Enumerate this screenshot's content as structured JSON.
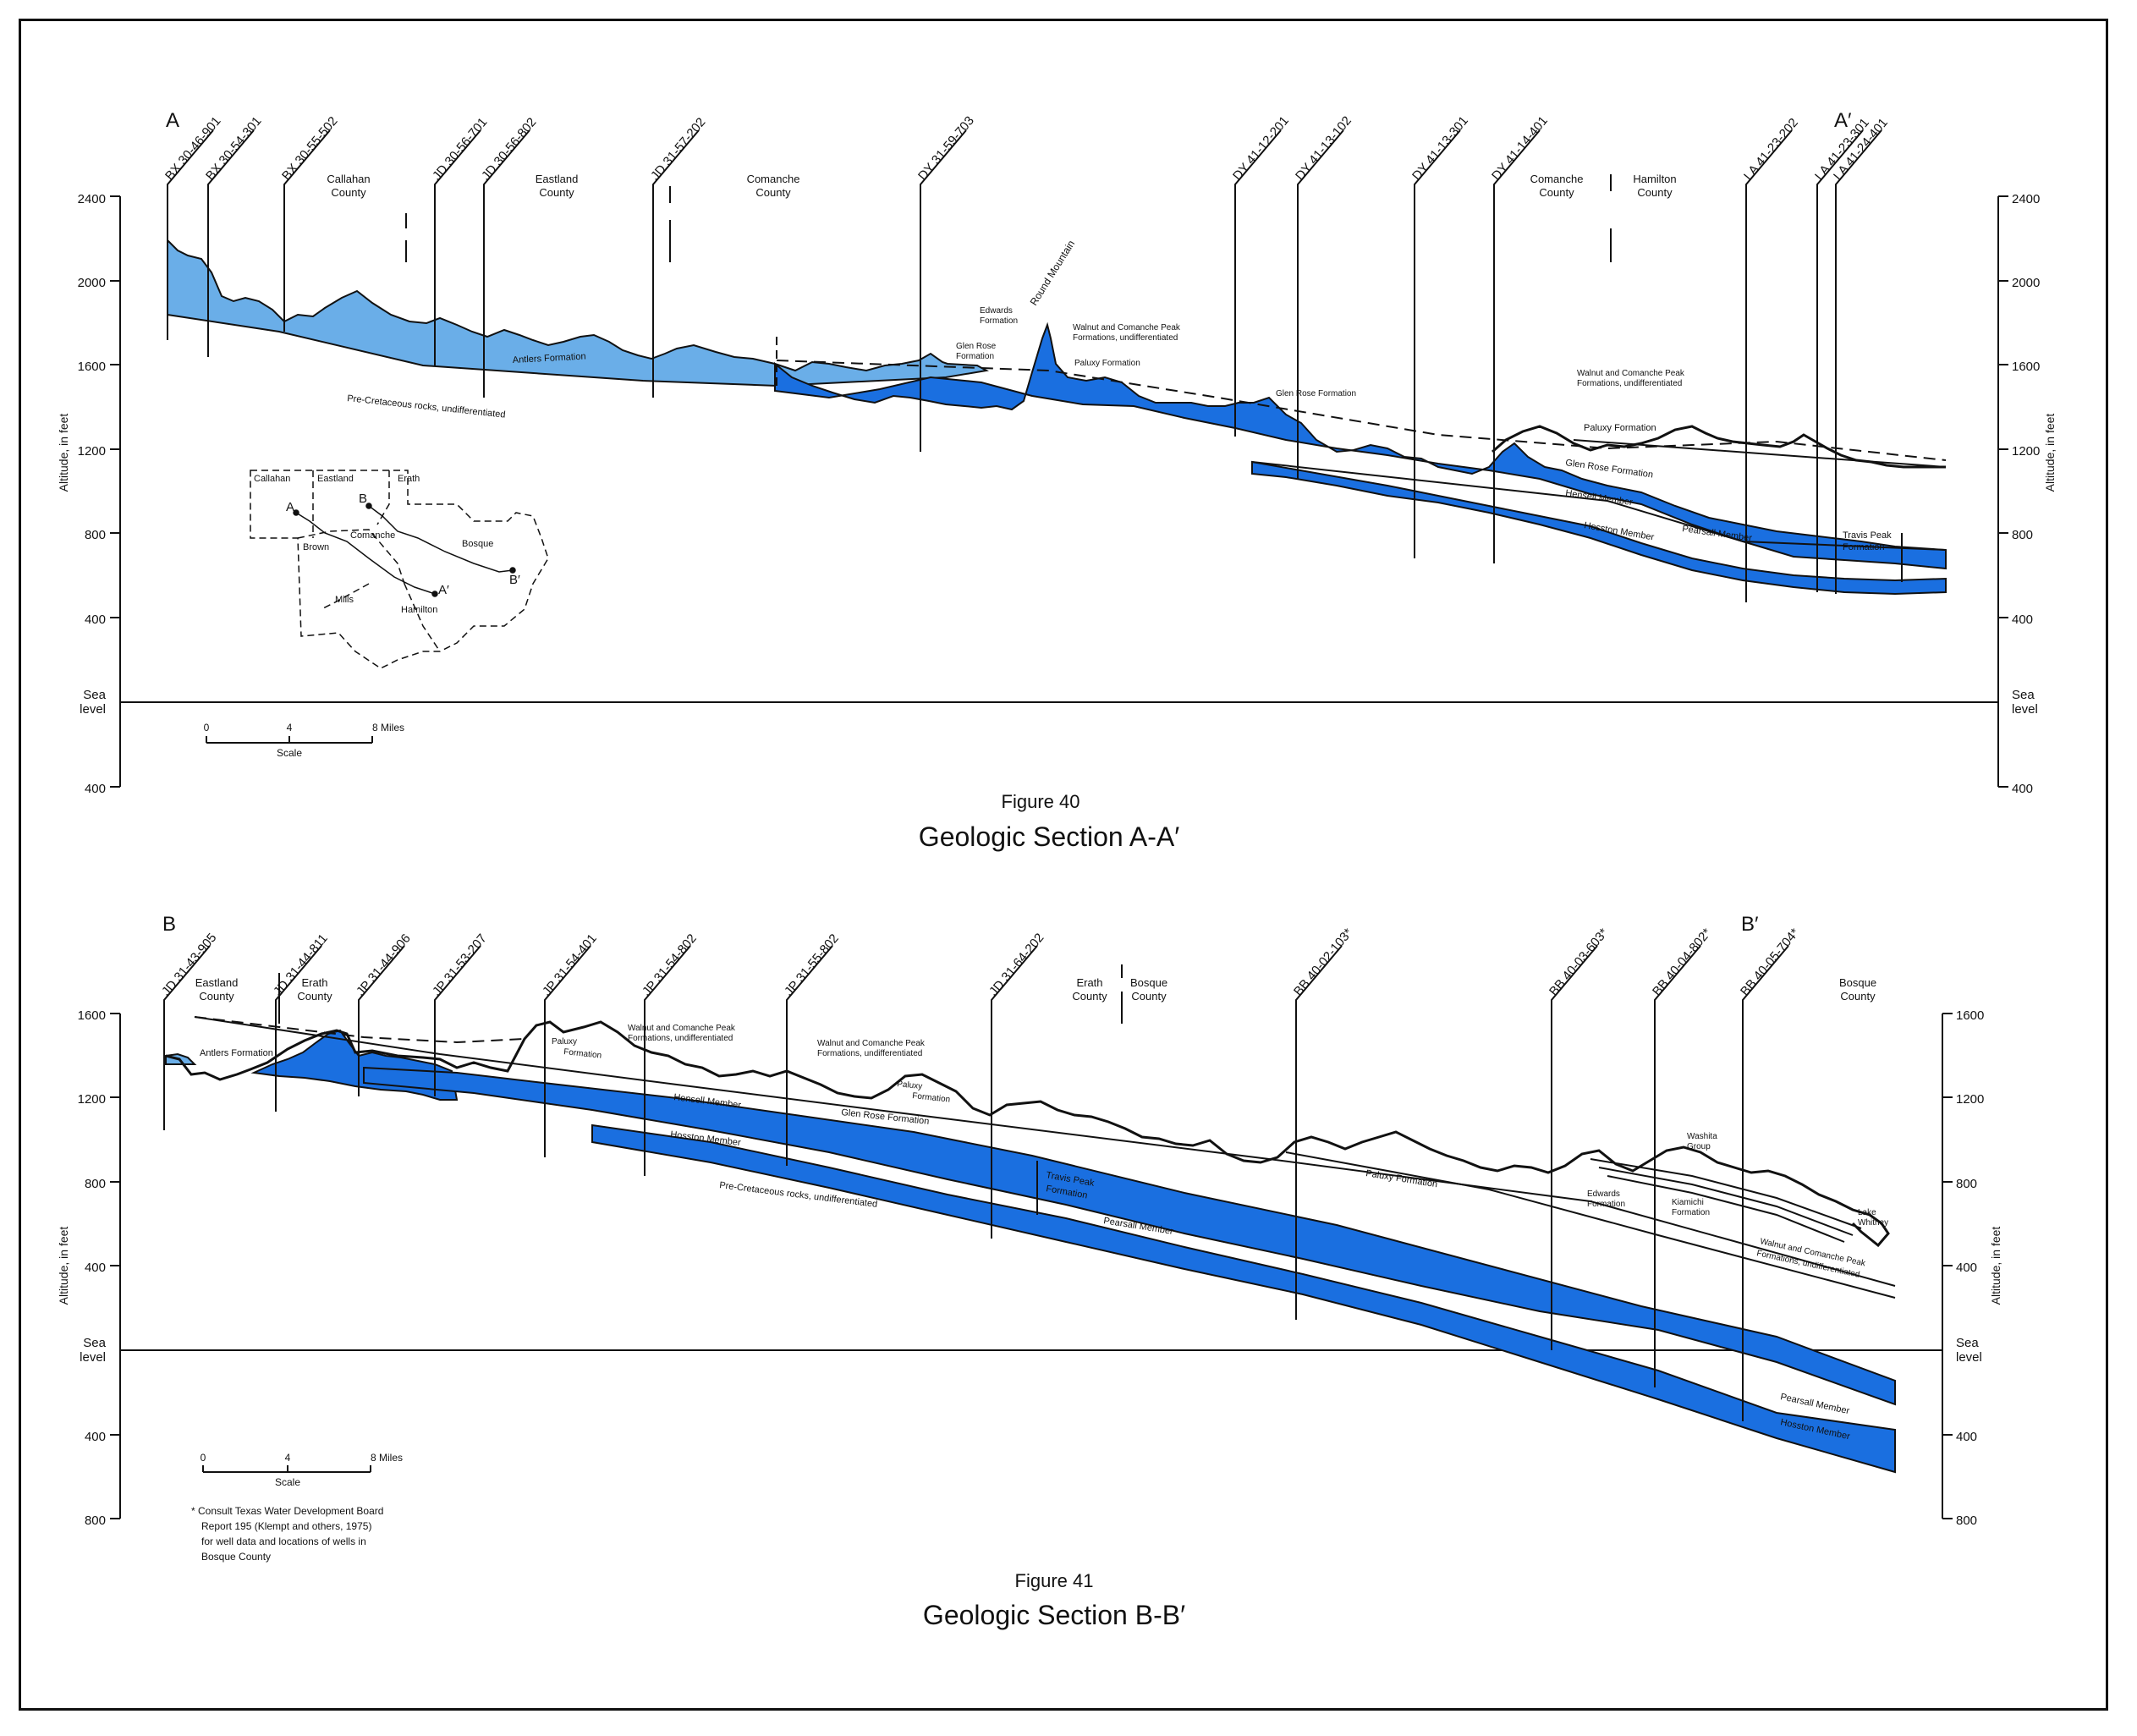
{
  "sectionA": {
    "letter": "A",
    "letter_prime": "A′",
    "figure_number": "Figure 40",
    "figure_title": "Geologic Section A-A′",
    "axis_label": "Altitude, in feet",
    "ticks": [
      "2400",
      "2000",
      "1600",
      "1200",
      "800",
      "400"
    ],
    "sea_level": [
      "Sea",
      "level"
    ],
    "tick_below": "400",
    "wells": [
      "BX 30-46-901",
      "BX 30-54-301",
      "BX 30-55-502",
      "JD 30-56-701",
      "JD 30-56-802",
      "JD 31-57-202",
      "DY 31-59-703",
      "DY 41-12-201",
      "DY 41-13-102",
      "DY 41-13-301",
      "DY 41-14-401",
      "LA 41-23-202",
      "LA 41-23-301",
      "LA 41-24-401"
    ],
    "counties": [
      [
        "Callahan",
        "County"
      ],
      [
        "Eastland",
        "County"
      ],
      [
        "Comanche",
        "County"
      ],
      [
        "Comanche",
        "County"
      ],
      [
        "Hamilton",
        "County"
      ]
    ],
    "formations": {
      "antlers": "Antlers Formation",
      "pre_cretaceous": "Pre-Cretaceous rocks, undifferentiated",
      "edwards": [
        "Edwards",
        "Formation"
      ],
      "round_mountain": "Round Mountain",
      "walnut_comanche": [
        "Walnut and Comanche Peak",
        "Formations, undifferentiated"
      ],
      "glen_rose_left": [
        "Glen Rose",
        "Formation"
      ],
      "paluxy": "Paluxy Formation",
      "glen_rose_mid": "Glen Rose Formation",
      "walnut_comanche_right": [
        "Walnut and Comanche Peak",
        "Formations, undifferentiated"
      ],
      "paluxy_right": "Paluxy Formation",
      "glen_rose_right": "Glen Rose Formation",
      "hensell": "Hensell Member",
      "pearsall": "Pearsall Member",
      "hosston": "Hosston Member",
      "travis_peak": [
        "Travis Peak",
        "Formation"
      ]
    },
    "index_map": {
      "counties": [
        "Callahan",
        "Eastland",
        "Erath",
        "Brown",
        "Comanche",
        "Bosque",
        "Mills",
        "Hamilton"
      ],
      "points": [
        "A",
        "B",
        "A′",
        "B′"
      ]
    },
    "scale": {
      "ticks": [
        "0",
        "4",
        "8 Miles"
      ],
      "label": "Scale"
    }
  },
  "sectionB": {
    "letter": "B",
    "letter_prime": "B′",
    "figure_number": "Figure 41",
    "figure_title": "Geologic Section B-B′",
    "axis_label": "Altitude, in feet",
    "ticks": [
      "1600",
      "1200",
      "800",
      "400"
    ],
    "sea_level": [
      "Sea",
      "level"
    ],
    "ticks_below": [
      "400",
      "800"
    ],
    "wells": [
      "JD 31-43-905",
      "JD 31-44-811",
      "JP 31-44-906",
      "JP 31-53-207",
      "JP 31-54-401",
      "JP 31-54-802",
      "JP 31-55-802",
      "JD 31-64-202",
      "BB 40-02-103*",
      "BB 40-03-603*",
      "BB 40-04-802*",
      "BB 40-05-704*"
    ],
    "counties": [
      [
        "Eastland",
        "County"
      ],
      [
        "Erath",
        "County"
      ],
      [
        "Erath",
        "County"
      ],
      [
        "Bosque",
        "County"
      ],
      [
        "Bosque",
        "County"
      ]
    ],
    "formations": {
      "antlers": "Antlers Formation",
      "walnut_comanche": [
        "Walnut and Comanche Peak",
        "Formations, undifferentiated"
      ],
      "paluxy_left": [
        "Paluxy",
        "Formation"
      ],
      "walnut_comanche_mid": [
        "Walnut and Comanche Peak",
        "Formations, undifferentiated"
      ],
      "paluxy_mid": [
        "Paluxy",
        "Formation"
      ],
      "glen_rose": "Glen Rose Formation",
      "hensell": "Hensell Member",
      "hosston": "Hosston Member",
      "pre_cretaceous": "Pre-Cretaceous rocks, undifferentiated",
      "travis_peak": [
        "Travis Peak",
        "Formation"
      ],
      "pearsall": "Pearsall Member",
      "paluxy_right": "Paluxy Formation",
      "washita": [
        "Washita",
        "Group"
      ],
      "edwards": [
        "Edwards",
        "Formation"
      ],
      "kiamichi": [
        "Kiamichi",
        "Formation"
      ],
      "lake_whitney": [
        "Lake",
        "Whitney"
      ],
      "walnut_comanche_right": [
        "Walnut and Comanche Peak",
        "Formations, undifferentiated"
      ],
      "pearsall_right": "Pearsall Member",
      "hosston_right": "Hosston Member"
    },
    "scale": {
      "ticks": [
        "0",
        "4",
        "8 Miles"
      ],
      "label": "Scale"
    },
    "footnote": [
      "* Consult Texas Water Development Board",
      "Report 195 (Klempt and others, 1975)",
      "for well data and locations of wells in",
      "Bosque County"
    ]
  },
  "colors": {
    "antlers": "#6aaee8",
    "deep_blue": "#1a6fe0",
    "line": "#111111"
  }
}
